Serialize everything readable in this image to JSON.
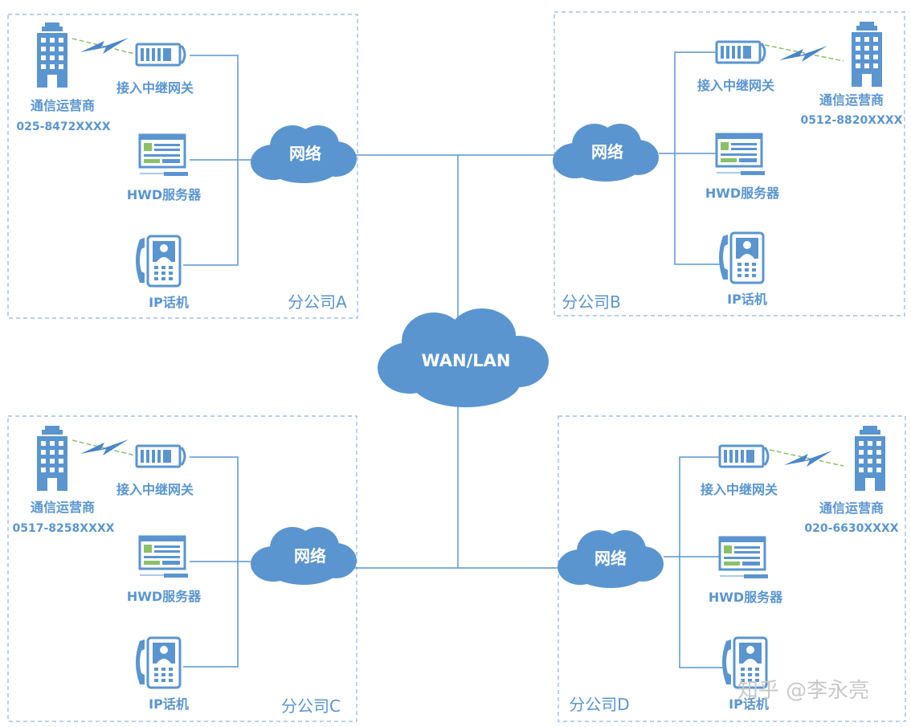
{
  "wan_label": "WAN/LAN",
  "watermark": "知乎 @李永亮",
  "colors": {
    "primary": "#5a95cf",
    "bolt": "#4a86c8",
    "dash_green": "#8ac06a"
  },
  "branches": {
    "A": {
      "name": "分公司A",
      "network": "网络",
      "gateway": "接入中继网关",
      "server": "HWD服务器",
      "phone": "IP话机",
      "carrier": "通信运营商",
      "number": "025-8472XXXX"
    },
    "B": {
      "name": "分公司B",
      "network": "网络",
      "gateway": "接入中继网关",
      "server": "HWD服务器",
      "phone": "IP话机",
      "carrier": "通信运营商",
      "number": "0512-8820XXXX"
    },
    "C": {
      "name": "分公司C",
      "network": "网络",
      "gateway": "接入中继网关",
      "server": "HWD服务器",
      "phone": "IP话机",
      "carrier": "通信运营商",
      "number": "0517-8258XXXX"
    },
    "D": {
      "name": "分公司D",
      "network": "网络",
      "gateway": "接入中继网关",
      "server": "HWD服务器",
      "phone": "IP话机",
      "carrier": "通信运营商",
      "number": "020-6630XXXX"
    }
  }
}
